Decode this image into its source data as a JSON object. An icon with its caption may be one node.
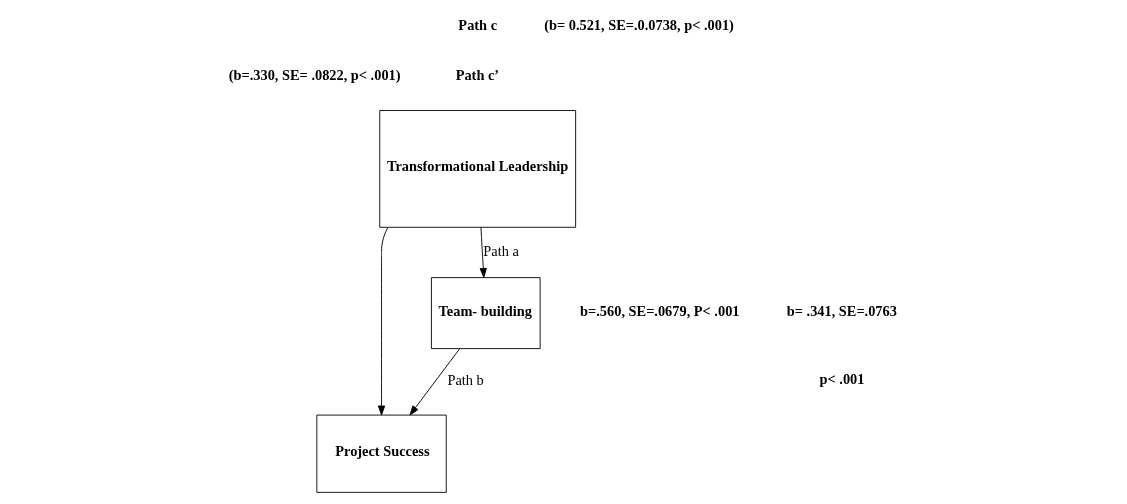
{
  "diagram": {
    "nodes": [
      {
        "text": [
          "Transformational Leadership"
        ]
      },
      {
        "text": [
          "Project Success"
        ]
      },
      {
        "text": [
          "Team- building"
        ]
      }
    ],
    "edges": [
      {
        "from": 0,
        "to": 1,
        "arrow": "to"
      },
      {
        "from": 0,
        "to": 2,
        "arrow": "to",
        "label": "Path a"
      },
      {
        "from": 2,
        "to": 1,
        "arrow": "to",
        "label": "Path b"
      }
    ],
    "labels": [
      "Path c",
      "(b= 0.521, SE=.0.0738, p< .001)",
      "Path c’",
      "(b=.330, SE= .0822, p< .001)",
      "b=.560, SE=.0679, P< .001",
      "b= .341, SE=.0763",
      "p< .001"
    ]
  }
}
